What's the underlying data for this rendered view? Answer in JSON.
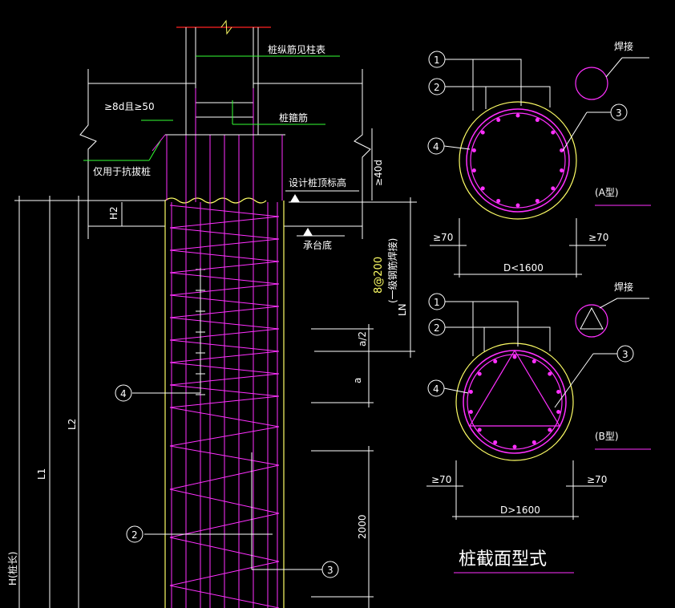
{
  "labels": {
    "pile_long_rebar": "桩纵筋见柱表",
    "pile_stirrup": "桩箍筋",
    "anchor_len": "≥8d且≥50",
    "uplift_only": "仅用于抗拔桩",
    "min40d": "≥40d",
    "design_top": "设计桩顶标高",
    "cap_bottom": "承台底",
    "h2": "H2",
    "hoop_spec": "8@200",
    "hoop_note": "(一级钢筋焊接)",
    "ln": "LN",
    "l2": "L2",
    "l1": "L1",
    "h_total": "H(桩长)",
    "a2": "a/2",
    "a": "a",
    "len2000": "2000",
    "weld": "焊接",
    "type_a": "(A型)",
    "type_b": "(B型)",
    "ge70": "≥70",
    "d_small": "D<1600",
    "d_large": "D>1600",
    "section_title": "桩截面型式"
  },
  "markers": [
    "1",
    "2",
    "3",
    "4"
  ],
  "colors": {
    "rebar": "#ff30ff",
    "green": "#33ff33",
    "yellow": "#ffff66",
    "red": "#ff2222",
    "white": "#ffffff"
  }
}
